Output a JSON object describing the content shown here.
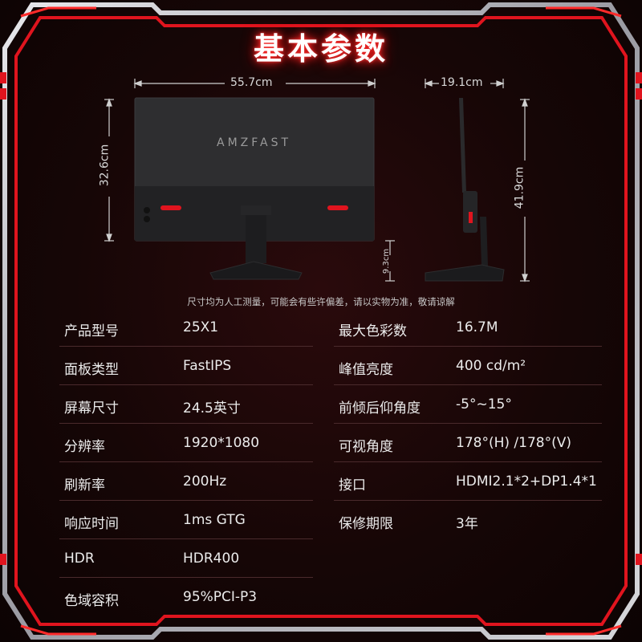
{
  "title": "基本参数",
  "dimensions": {
    "width": "55.7cm",
    "height": "32.6cm",
    "depth": "19.1cm",
    "total_height": "41.9cm",
    "stand_height": "9.3cm"
  },
  "brand": "AMZFAST",
  "note": "尺寸均为人工测量，可能会有些许偏差，请以实物为准，敬请谅解",
  "specs_left": [
    {
      "label": "产品型号",
      "value": "25X1"
    },
    {
      "label": "面板类型",
      "value": "FastIPS"
    },
    {
      "label": "屏幕尺寸",
      "value": "24.5英寸"
    },
    {
      "label": "分辨率",
      "value": "1920*1080"
    },
    {
      "label": "刷新率",
      "value": "200Hz"
    },
    {
      "label": "响应时间",
      "value": "1ms GTG"
    },
    {
      "label": "HDR",
      "value": "HDR400"
    },
    {
      "label": "色域容积",
      "value": "95%PCI-P3"
    }
  ],
  "specs_right": [
    {
      "label": "最大色彩数",
      "value": "16.7M"
    },
    {
      "label": "峰值亮度",
      "value": "400 cd/m²"
    },
    {
      "label": "前倾后仰角度",
      "value": "-5°~15°"
    },
    {
      "label": "可视角度",
      "value": "178°(H) /178°(V)"
    },
    {
      "label": "接口",
      "value": "HDMI2.1*2+DP1.4*1"
    },
    {
      "label": "保修期限",
      "value": "3年"
    }
  ],
  "colors": {
    "accent": "#e0141e",
    "frame": "#c8c8cc",
    "background": "#160606"
  }
}
